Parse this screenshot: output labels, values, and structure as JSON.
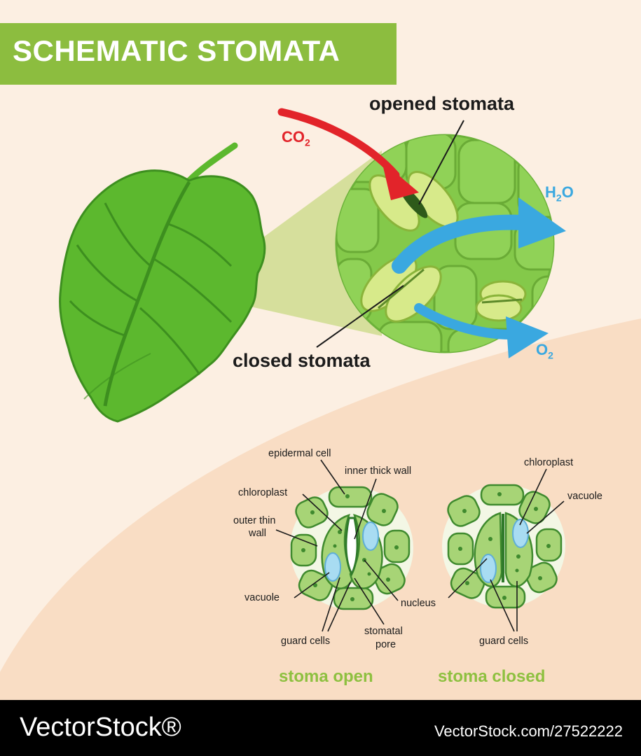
{
  "title": "SCHEMATIC STOMATA",
  "labels": {
    "opened_stomata": "opened stomata",
    "closed_stomata": "closed stomata",
    "co2": "CO",
    "co2_sub": "2",
    "h2o_h": "H",
    "h2o_sub": "2",
    "h2o_o": "O",
    "o2": "O",
    "o2_sub": "2"
  },
  "open_diagram": {
    "epidermal_cell": "epidermal cell",
    "inner_thick_wall": "inner thick wall",
    "chloroplast": "chloroplast",
    "outer_thin_wall_1": "outer thin",
    "outer_thin_wall_2": "wall",
    "vacuole": "vacuole",
    "nucleus": "nucleus",
    "guard_cells": "guard cells",
    "stomatal_pore_1": "stomatal",
    "stomatal_pore_2": "pore",
    "caption": "stoma open"
  },
  "closed_diagram": {
    "chloroplast": "chloroplast",
    "vacuole": "vacuole",
    "guard_cells": "guard cells",
    "caption": "stoma closed"
  },
  "footer": {
    "brand": "VectorStock®",
    "id": "VectorStock.com/27522222"
  },
  "colors": {
    "background": "#fcefe2",
    "lower_background": "#f9ddc4",
    "banner": "#8cbd3f",
    "leaf": "#5cb82e",
    "co2_arrow": "#e2242a",
    "water_arrow": "#3aa8e0",
    "caption": "#8ec040"
  },
  "icons": [
    "leaf-icon",
    "magnified-stomata-icon",
    "co2-arrow-icon",
    "h2o-arrow-icon",
    "o2-arrow-icon",
    "stoma-open-icon",
    "stoma-closed-icon"
  ]
}
